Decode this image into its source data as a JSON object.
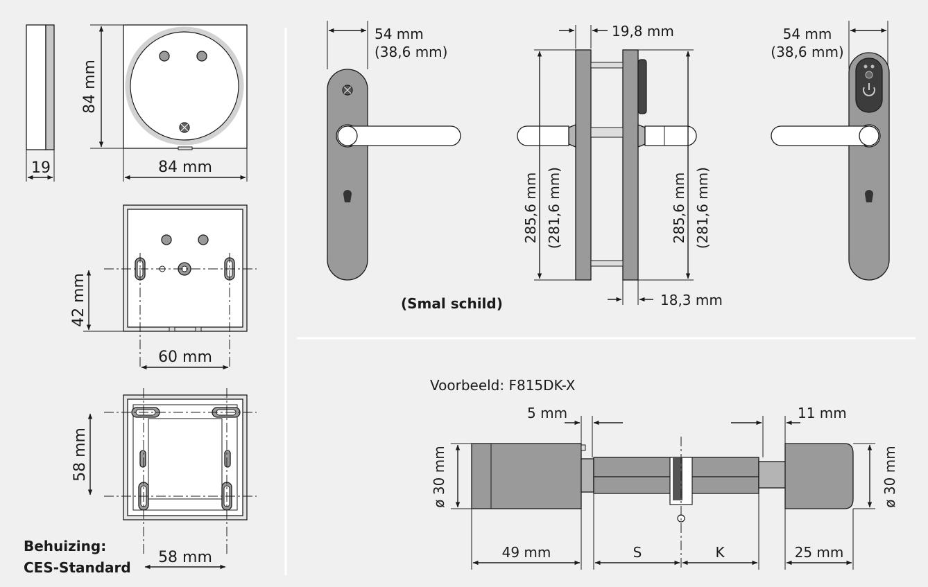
{
  "sensor": {
    "depth_label": "19",
    "height_label": "84 mm",
    "width_label": "84 mm"
  },
  "base": {
    "height_label": "42 mm",
    "width_label": "60 mm"
  },
  "box": {
    "height_label": "58 mm",
    "width_label": "58 mm",
    "caption_line1": "Behuizing:",
    "caption_line2": "CES-Standard"
  },
  "handle": {
    "front_width_label_1": "54 mm",
    "front_width_label_2": "(38,6 mm)",
    "rose_width_label_1": "54 mm",
    "rose_width_label_2": "(38,6 mm)",
    "top_offset_label": "19,8 mm",
    "bottom_offset_label": "18,3 mm",
    "height_left_label_1": "285,6 mm",
    "height_left_label_2": "(281,6 mm)",
    "height_right_label_1": "285,6 mm",
    "height_right_label_2": "(281,6 mm)",
    "caption": "(Smal schild)"
  },
  "cylinder": {
    "example_label": "Voorbeeld: F815DK-X",
    "gap_left_label": "5 mm",
    "gap_right_label": "11 mm",
    "diameter_left_label": "ø 30 mm",
    "diameter_right_label": "ø 30 mm",
    "knob_left_length_label": "49 mm",
    "s_label": "S",
    "k_label": "K",
    "knob_right_length_label": "25 mm"
  }
}
